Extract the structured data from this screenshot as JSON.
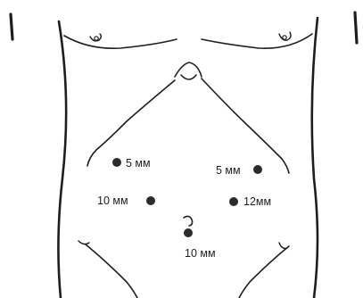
{
  "ports": [
    {
      "id": "left-upper",
      "label": "5 мм"
    },
    {
      "id": "right-upper",
      "label": "5 мм"
    },
    {
      "id": "left-middle",
      "label": "10 мм"
    },
    {
      "id": "right-middle",
      "label": "12мм"
    },
    {
      "id": "umbilical",
      "label": "10 мм"
    }
  ]
}
